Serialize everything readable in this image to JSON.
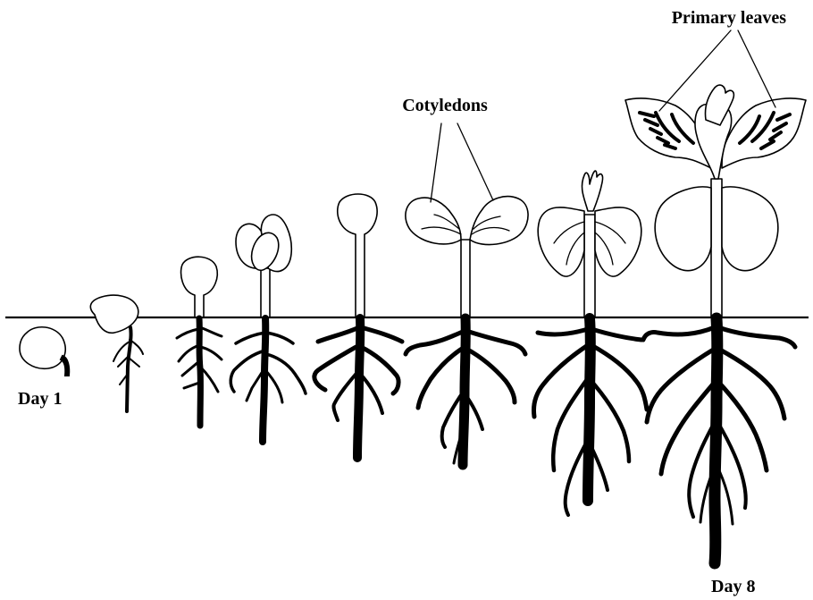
{
  "labels": {
    "primary_leaves": "Primary leaves",
    "cotyledons": "Cotyledons",
    "day_start": "Day 1",
    "day_end": "Day 8"
  },
  "colors": {
    "ink": "#000000",
    "background": "#ffffff"
  }
}
